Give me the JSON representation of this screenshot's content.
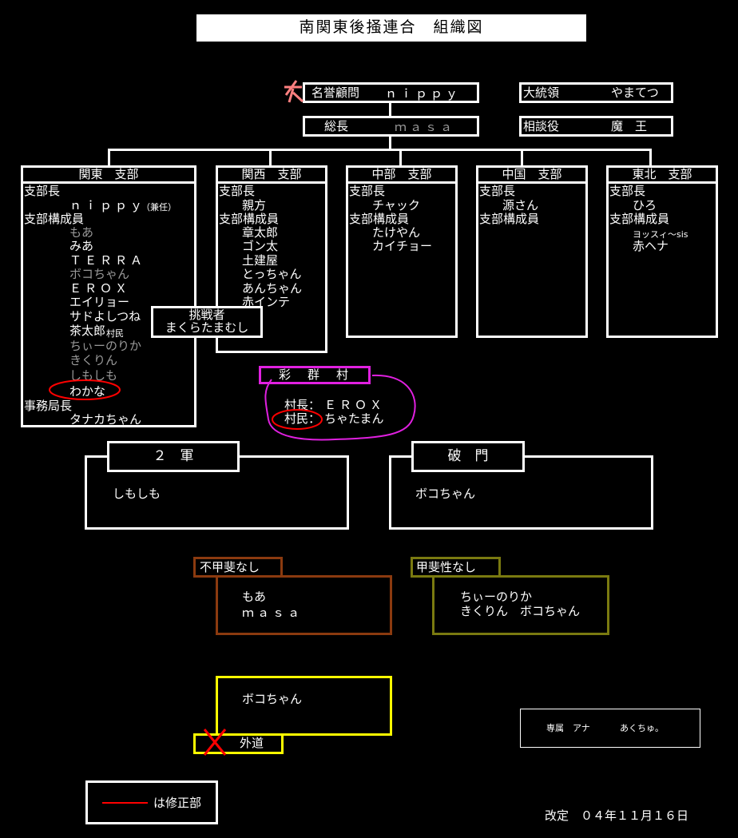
{
  "title": "南関東後掻連合　組織図",
  "top": {
    "honorary": {
      "label": "名誉顧問",
      "name": "ｎｉｐｐｙ"
    },
    "president": {
      "label": "大統領",
      "name": "やまてつ"
    },
    "chief": {
      "label": "総長",
      "name": "ｍａｓａ"
    },
    "advisor": {
      "label": "相談役",
      "name": "魔　王"
    }
  },
  "branches": {
    "kanto": {
      "header": "関東　支部",
      "leader_label": "支部長",
      "leader": "ｎｉｐｐｙ",
      "leader_note": "（兼任）",
      "members_label": "支部構成員",
      "members": [
        "もあ",
        "みあ",
        "ＴＥＲＲＡ",
        "ボコちゃん",
        "ＥＲＯＸ",
        "エイリョー",
        "サドよしつね",
        "茶太郎",
        "ちぃーのりか",
        "きくりん",
        "しもしも",
        "わかな"
      ],
      "chataro_note": "村民",
      "office_label": "事務局長",
      "office": "タナカちゃん"
    },
    "kansai": {
      "header": "関西　支部",
      "leader_label": "支部長",
      "leader": "親方",
      "members_label": "支部構成員",
      "members": [
        "章太郎",
        "ゴン太",
        "土建屋",
        "とっちゃん",
        "あんちゃん",
        "赤インテ"
      ]
    },
    "chubu": {
      "header": "中部　支部",
      "leader_label": "支部長",
      "leader": "チャック",
      "members_label": "支部構成員",
      "members": [
        "たけやん",
        "カイチョー"
      ]
    },
    "chugoku": {
      "header": "中国　支部",
      "leader_label": "支部長",
      "leader": "源さん",
      "members_label": "支部構成員",
      "members": []
    },
    "tohoku": {
      "header": "東北　支部",
      "leader_label": "支部長",
      "leader": "ひろ",
      "members_label": "支部構成員",
      "members": [
        "ヨッスィ～sis",
        "赤ヘナ"
      ]
    }
  },
  "challenger": {
    "label": "挑戦者",
    "name": "まくらたまむし"
  },
  "village": {
    "header": "彩　群　村",
    "chief_label": "村長：",
    "chief": "ＥＲＯＸ",
    "resident_label": "村民：",
    "resident": "ちゃたまん"
  },
  "army2": {
    "header": "２　軍",
    "member": "しもしも"
  },
  "hamon": {
    "header": "破　門",
    "member": "ボコちゃん"
  },
  "fukaihi": {
    "header": "不甲斐なし",
    "members": [
      "もあ",
      "ｍａｓａ"
    ]
  },
  "kaihisei": {
    "header": "甲斐性なし",
    "members": [
      "ちぃーのりか",
      "きくりん　ボコちゃん"
    ]
  },
  "gedo": {
    "header": "外道",
    "member": "ボコちゃん"
  },
  "announcer": {
    "label": "専属　アナ",
    "name": "あくちゅ。"
  },
  "legend": {
    "text": "は修正部"
  },
  "revised": "改定　０４年１１月１６日",
  "colors": {
    "background": "#000000",
    "line": "#ffffff",
    "correction": "#ff0000",
    "village": "#e020e0",
    "fukaihi": "#8b3a0f",
    "kaihisei": "#7a7a10",
    "gedo": "#ffff00",
    "gray_text": "#999999"
  }
}
